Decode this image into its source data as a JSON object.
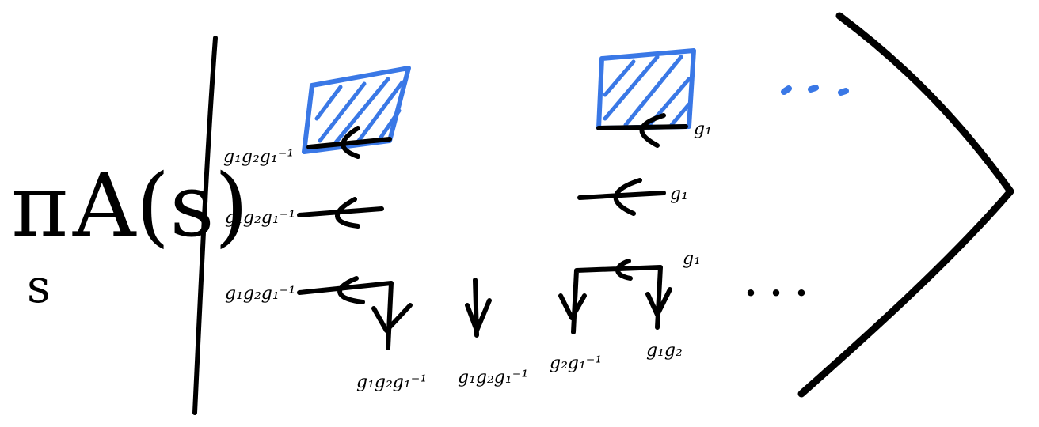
{
  "diagram": {
    "symbols": {
      "pi": "π",
      "a_of_s": "A(s)",
      "subscript": "s"
    },
    "labels": {
      "row1_left": "g₁g₂g₁⁻¹",
      "row2_left": "g₁g₂g₁⁻¹",
      "row3_left": "g₁g₂g₁⁻¹",
      "row1_right": "g₁",
      "row2_right": "g₁",
      "row3_right": "g₁",
      "bottom_1": "g₁g₂g₁⁻¹",
      "bottom_2": "g₁g₂g₁⁻¹",
      "bottom_3": "g₂g₁⁻¹",
      "bottom_4": "g₁g₂"
    },
    "ellipsis": "· · ·",
    "colors": {
      "ink": "#000000",
      "highlight": "#3a78e6"
    }
  }
}
